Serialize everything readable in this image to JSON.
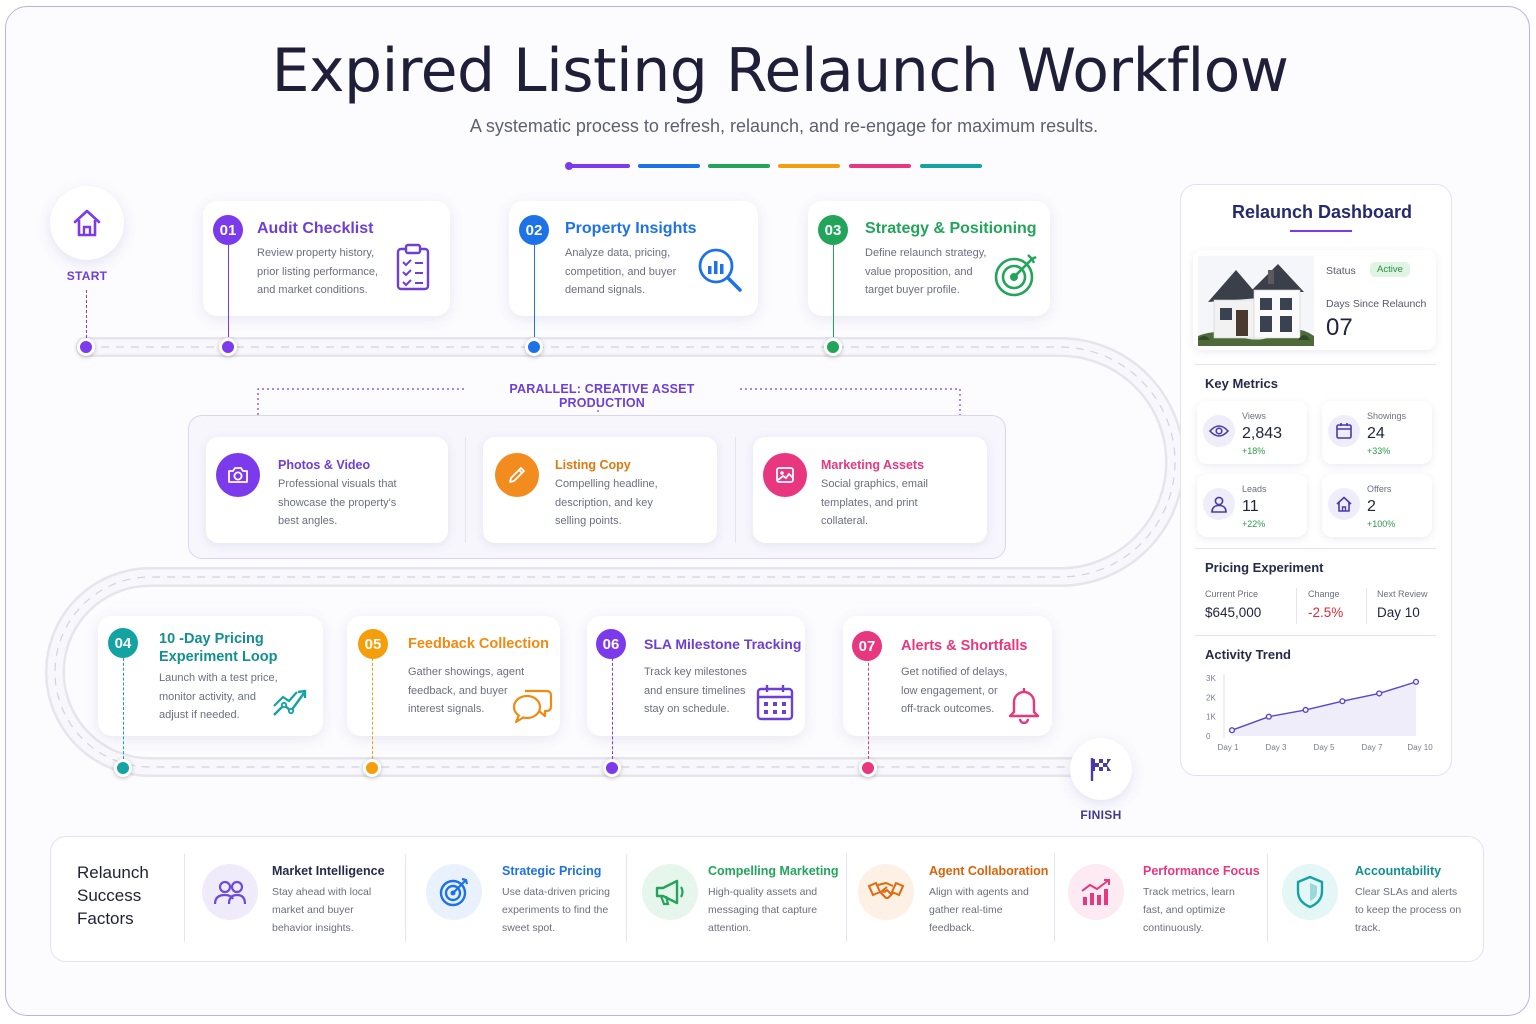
{
  "title": "Expired Listing Relaunch Workflow",
  "subtitle": "A systematic process to refresh, relaunch, and re-engage for maximum results.",
  "accent_colors": [
    "#7c3aed",
    "#1d72e8",
    "#22a55a",
    "#f59e0b",
    "#e8367f",
    "#14a3a3"
  ],
  "start_label": "START",
  "finish_label": "FINISH",
  "steps": [
    {
      "num": "01",
      "title": "Audit Checklist",
      "desc": "Review property history, prior listing performance, and market conditions.",
      "color": "#7c3aed",
      "icon": "clipboard-checklist-icon"
    },
    {
      "num": "02",
      "title": "Property Insights",
      "desc": "Analyze data, pricing, competition, and buyer demand signals.",
      "color": "#1d72e8",
      "icon": "magnifier-chart-icon"
    },
    {
      "num": "03",
      "title": "Strategy & Positioning",
      "desc": "Define relaunch strategy, value proposition, and target buyer profile.",
      "color": "#22a55a",
      "icon": "target-arrow-icon"
    },
    {
      "num": "04",
      "title": "10 -Day Pricing Experiment Loop",
      "desc": "Launch with a test price, monitor activity, and adjust if needed.",
      "color": "#14a3a3",
      "icon": "trend-chart-icon"
    },
    {
      "num": "05",
      "title": "Feedback Collection",
      "desc": "Gather showings, agent feedback, and buyer interest signals.",
      "color": "#f59e0b",
      "icon": "chat-bubbles-icon"
    },
    {
      "num": "06",
      "title": "SLA Milestone Tracking",
      "desc": "Track key milestones and ensure timelines stay on schedule.",
      "color": "#7c3aed",
      "icon": "calendar-icon"
    },
    {
      "num": "07",
      "title": "Alerts & Shortfalls",
      "desc": "Get notified of delays, low engagement, or off-track outcomes.",
      "color": "#e8367f",
      "icon": "bell-icon"
    }
  ],
  "parallel": {
    "label": "PARALLEL: CREATIVE ASSET PRODUCTION",
    "items": [
      {
        "title": "Photos & Video",
        "desc": "Professional visuals that showcase the property's best angles.",
        "color": "#7c3aed",
        "icon": "camera-icon"
      },
      {
        "title": "Listing Copy",
        "desc": "Compelling headline, description, and key selling points.",
        "color": "#f28c1e",
        "icon": "pencil-icon"
      },
      {
        "title": "Marketing Assets",
        "desc": "Social graphics, email templates, and print collateral.",
        "color": "#e8367f",
        "icon": "image-icon"
      }
    ]
  },
  "dashboard": {
    "title": "Relaunch Dashboard",
    "status_label": "Status",
    "status_value": "Active",
    "days_label": "Days Since Relaunch",
    "days_value": "07",
    "key_metrics_title": "Key Metrics",
    "metrics": [
      {
        "label": "Views",
        "value": "2,843",
        "change": "+18%",
        "icon": "eye-icon"
      },
      {
        "label": "Showings",
        "value": "24",
        "change": "+33%",
        "icon": "calendar-icon"
      },
      {
        "label": "Leads",
        "value": "11",
        "change": "+22%",
        "icon": "user-icon"
      },
      {
        "label": "Offers",
        "value": "2",
        "change": "+100%",
        "icon": "house-icon"
      }
    ],
    "pricing_title": "Pricing Experiment",
    "pricing": [
      {
        "label": "Current Price",
        "value": "$645,000"
      },
      {
        "label": "Change",
        "value": "-2.5%"
      },
      {
        "label": "Next Review",
        "value": "Day 10"
      }
    ],
    "activity_title": "Activity Trend"
  },
  "chart_data": {
    "type": "line",
    "title": "Activity Trend",
    "x": [
      "Day 1",
      "Day 3",
      "Day 5",
      "Day 7",
      "Day 10"
    ],
    "x_index": [
      1,
      2,
      3,
      4,
      5,
      6
    ],
    "series": [
      {
        "values": [
          300,
          1000,
          1350,
          1800,
          2200,
          2800
        ]
      }
    ],
    "y_ticks": [
      "3K",
      "2K",
      "1K",
      "0"
    ],
    "ylim": [
      0,
      3000
    ],
    "grid": false
  },
  "factors": {
    "title": "Relaunch Success Factors",
    "items": [
      {
        "title": "Market Intelligence",
        "desc": "Stay ahead with local market and buyer behavior insights.",
        "color": "#6d4bd8",
        "icon": "people-icon"
      },
      {
        "title": "Strategic Pricing",
        "desc": "Use data-driven pricing experiments to find the sweet spot.",
        "color": "#1d72e8",
        "icon": "target-icon"
      },
      {
        "title": "Compelling Marketing",
        "desc": "High-quality assets and messaging that capture attention.",
        "color": "#22a55a",
        "icon": "megaphone-icon"
      },
      {
        "title": "Agent Collaboration",
        "desc": "Align with agents and gather real-time feedback.",
        "color": "#e0690e",
        "icon": "handshake-icon"
      },
      {
        "title": "Performance Focus",
        "desc": "Track metrics, learn fast, and optimize continuously.",
        "color": "#e8367f",
        "icon": "bar-chart-icon"
      },
      {
        "title": "Accountability",
        "desc": "Clear SLAs and alerts to keep the process on track.",
        "color": "#14a3a3",
        "icon": "shield-icon"
      }
    ]
  }
}
